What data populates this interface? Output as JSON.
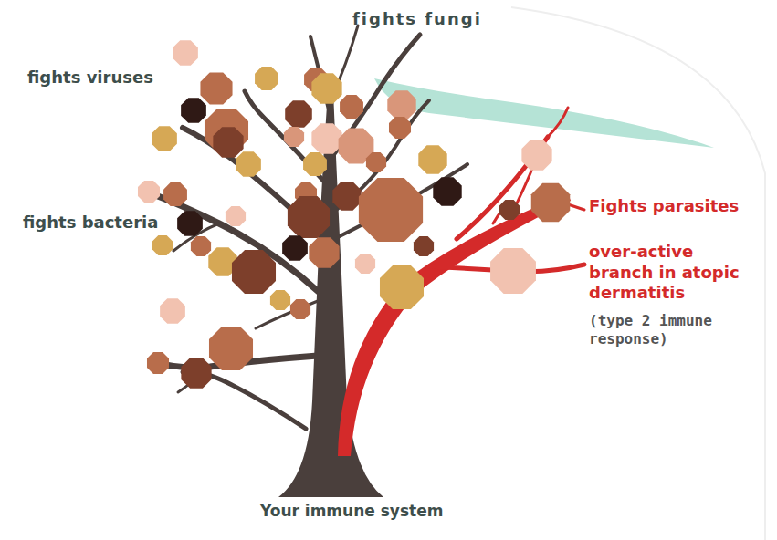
{
  "diagram": {
    "labels": [
      "fights viruses",
      "fights fungi",
      "fights bacteria",
      "Fights parasites",
      "over-active branch in atopic dermatitis",
      "(type 2 immune response)",
      "Your immune system"
    ]
  }
}
